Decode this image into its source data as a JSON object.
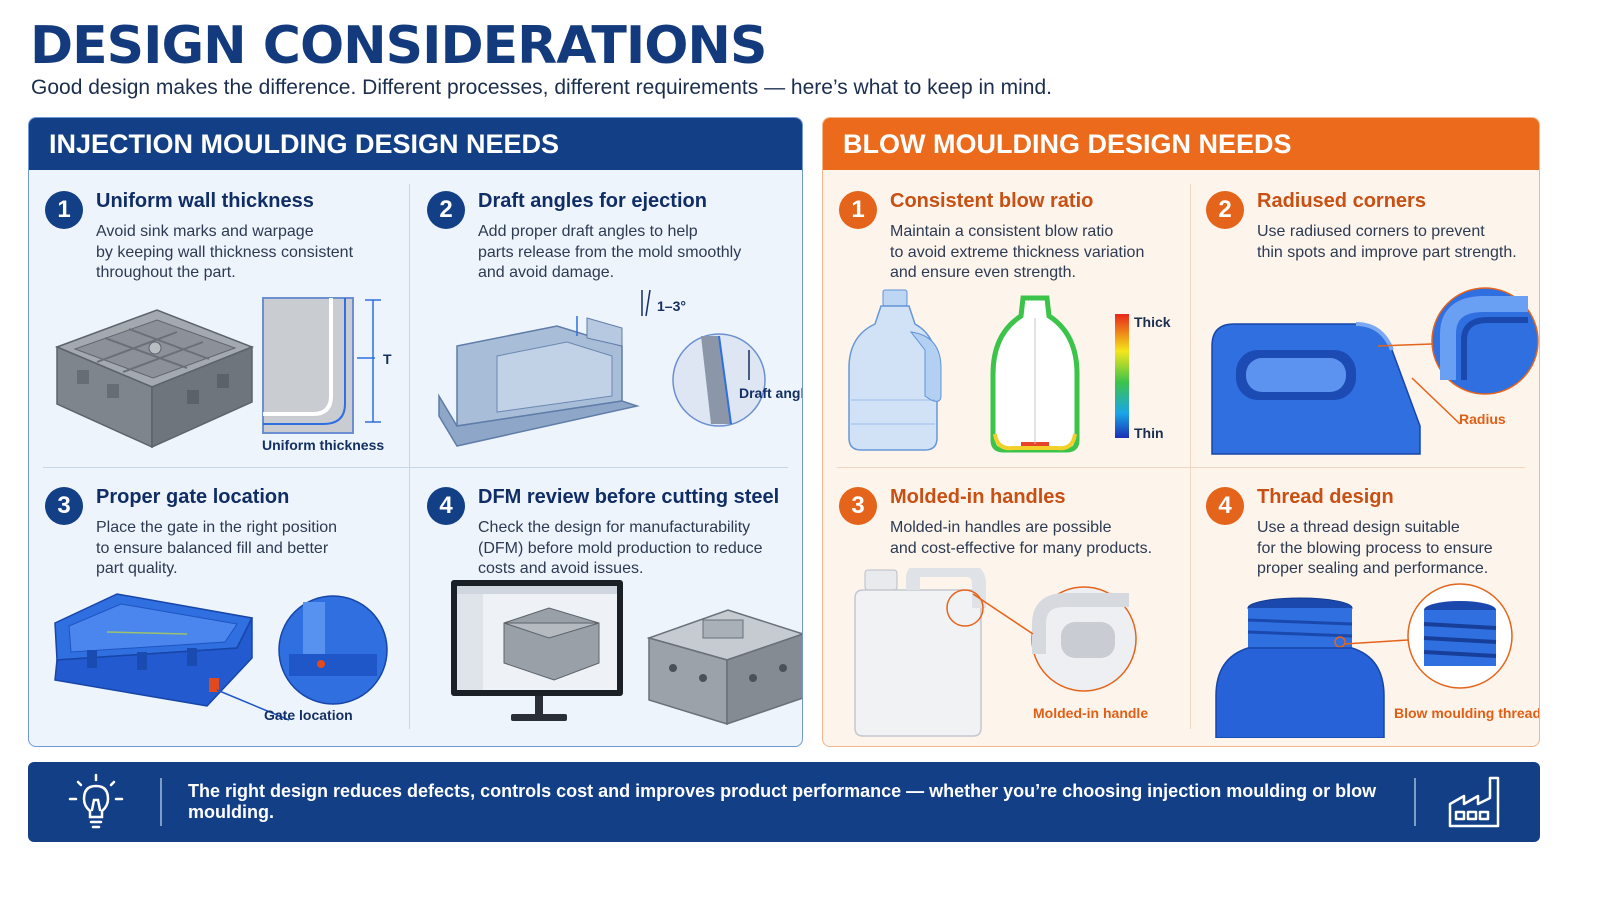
{
  "page": {
    "title": "DESIGN CONSIDERATIONS",
    "subtitle": "Good design makes the difference. Different processes, different requirements — here’s what to keep in mind."
  },
  "injection": {
    "header": "INJECTION MOULDING DESIGN NEEDS",
    "items": [
      {
        "num": "1",
        "title": "Uniform wall thickness",
        "desc": "Avoid sink marks and warpage\nby keeping wall thickness consistent\nthroughout the part.",
        "labels": {
          "t": "T",
          "caption": "Uniform thickness"
        }
      },
      {
        "num": "2",
        "title": "Draft angles for ejection",
        "desc": "Add proper draft angles to help\nparts release from the mold smoothly\nand avoid damage.",
        "labels": {
          "angle": "1–3°",
          "caption": "Draft angle"
        }
      },
      {
        "num": "3",
        "title": "Proper gate location",
        "desc": "Place the gate in the right position\nto ensure balanced fill and better\npart quality.",
        "labels": {
          "caption": "Gate location"
        }
      },
      {
        "num": "4",
        "title": "DFM review before cutting steel",
        "desc": "Check the design for manufacturability\n(DFM) before mold production to reduce\ncosts and avoid issues."
      }
    ]
  },
  "blow": {
    "header": "BLOW MOULDING DESIGN NEEDS",
    "items": [
      {
        "num": "1",
        "title": "Consistent blow ratio",
        "desc": "Maintain a consistent blow ratio\nto avoid extreme thickness variation\nand ensure even strength.",
        "labels": {
          "thick": "Thick",
          "thin": "Thin"
        }
      },
      {
        "num": "2",
        "title": "Radiused corners",
        "desc": "Use radiused corners to prevent\nthin spots and improve part strength.",
        "labels": {
          "caption": "Radius"
        }
      },
      {
        "num": "3",
        "title": "Molded-in handles",
        "desc": "Molded-in handles are possible\nand cost-effective for many products.",
        "labels": {
          "caption": "Molded-in handle"
        }
      },
      {
        "num": "4",
        "title": "Thread design",
        "desc": "Use a thread design suitable\nfor the blowing process to ensure\nproper sealing and performance.",
        "labels": {
          "caption": "Blow moulding thread"
        }
      }
    ]
  },
  "footer": {
    "text": "The right design reduces defects, controls cost and improves product performance — whether you’re choosing injection moulding or blow moulding.",
    "left_icon": "lightbulb-icon",
    "right_icon": "factory-icon"
  },
  "colors": {
    "navy": "#133f86",
    "orange": "#eb6a1c",
    "part_blue": "#2f6fe0",
    "part_grey": "#8a9099"
  }
}
